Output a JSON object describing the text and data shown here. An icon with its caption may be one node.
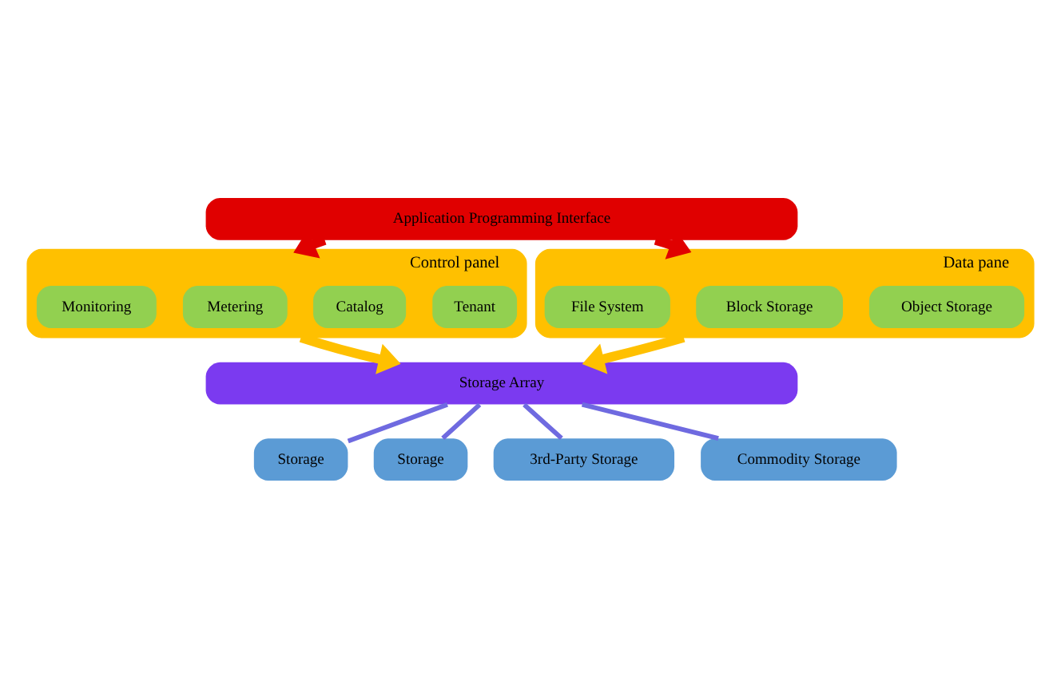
{
  "diagram": {
    "nodes": [
      {
        "text": [
          "Application Programming Interface"
        ]
      },
      {
        "text": [
          "Control panel"
        ]
      },
      {
        "text": [
          "Tenant"
        ],
        "in": 1
      },
      {
        "text": [
          "Catalog"
        ],
        "in": 1
      },
      {
        "text": [
          "Metering"
        ],
        "in": 1
      },
      {
        "text": [
          "Monitoring"
        ],
        "in": 1
      },
      {
        "text": [
          "Data pane"
        ]
      },
      {
        "text": [
          "Object Storage"
        ],
        "in": 6
      },
      {
        "text": [
          "Block Storage"
        ],
        "in": 6
      },
      {
        "text": [
          "File System"
        ],
        "in": 6
      },
      {
        "text": [
          "Storage Array"
        ]
      },
      {
        "text": [
          "Storage"
        ]
      },
      {
        "text": [
          "Storage"
        ]
      },
      {
        "text": [
          "3rd-Party Storage"
        ]
      },
      {
        "text": [
          "Commodity Storage"
        ]
      }
    ],
    "edges": [
      {
        "from": 0,
        "to": 1,
        "arrow": "to",
        "style": "thick",
        "color": "#e00000"
      },
      {
        "from": 0,
        "to": 6,
        "arrow": "to",
        "style": "thick",
        "color": "#e00000"
      },
      {
        "from": 1,
        "to": 10,
        "arrow": "to",
        "style": "thick",
        "color": "#ffc000"
      },
      {
        "from": 6,
        "to": 10,
        "arrow": "to",
        "style": "thick",
        "color": "#ffc000"
      },
      {
        "from": 10,
        "to": 11,
        "arrow": "none"
      },
      {
        "from": 10,
        "to": 12,
        "arrow": "none"
      },
      {
        "from": 10,
        "to": 13,
        "arrow": "none"
      },
      {
        "from": 10,
        "to": 14,
        "arrow": "none"
      }
    ]
  }
}
